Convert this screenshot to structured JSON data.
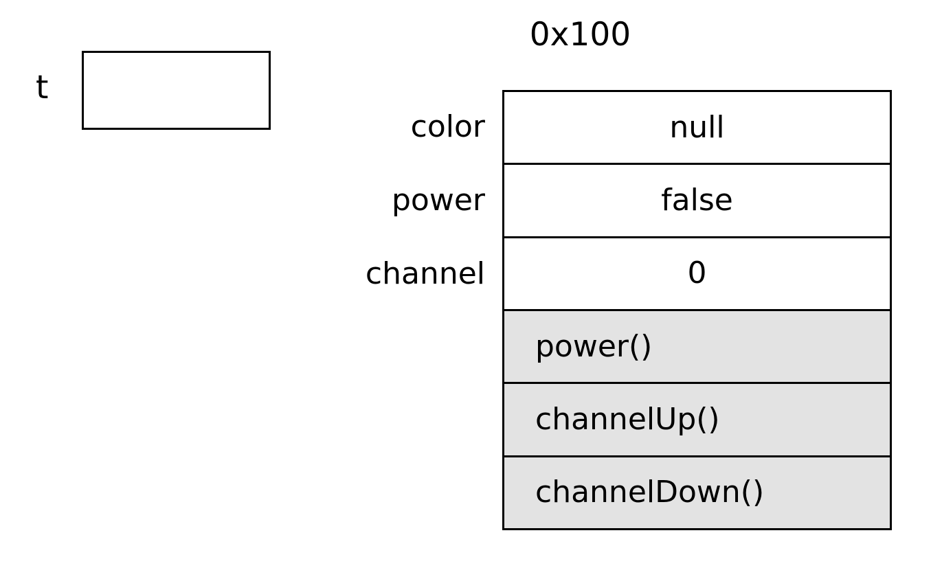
{
  "diagram": {
    "title": "object-memory-diagram",
    "colors": {
      "background": "#ffffff",
      "border": "#000000",
      "method_row_fill": "#e3e3e3",
      "field_row_fill": "#ffffff",
      "text": "#000000"
    }
  },
  "stack": {
    "variable": {
      "name": "t",
      "value": ""
    }
  },
  "heap": {
    "address": "0x100",
    "fields": [
      {
        "name": "color",
        "value": "null"
      },
      {
        "name": "power",
        "value": "false"
      },
      {
        "name": "channel",
        "value": "0"
      }
    ],
    "methods": [
      {
        "label": "power()"
      },
      {
        "label": "channelUp()"
      },
      {
        "label": "channelDown()"
      }
    ]
  }
}
